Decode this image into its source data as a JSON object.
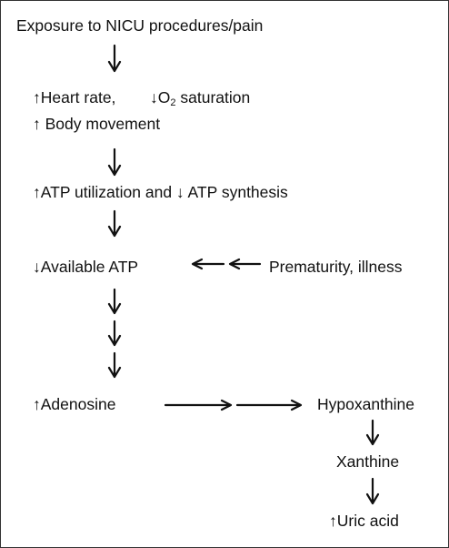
{
  "nodes": {
    "exposure": "Exposure to NICU procedures/pain",
    "heart_rate": "↑Heart rate,",
    "o2_prefix": "↓O",
    "o2_sub": "2",
    "o2_suffix": " saturation",
    "body_movement": "↑ Body movement",
    "atp_utilization": "↑ATP utilization and  ↓ ATP synthesis",
    "available_atp": "↓Available ATP",
    "prematurity": "Prematurity, illness",
    "adenosine": "↑Adenosine",
    "hypoxanthine": "Hypoxanthine",
    "xanthine": "Xanthine",
    "uric_acid": "↑Uric acid"
  },
  "colors": {
    "text": "#111111",
    "arrow": "#111111",
    "border": "#333333",
    "background": "#ffffff"
  }
}
